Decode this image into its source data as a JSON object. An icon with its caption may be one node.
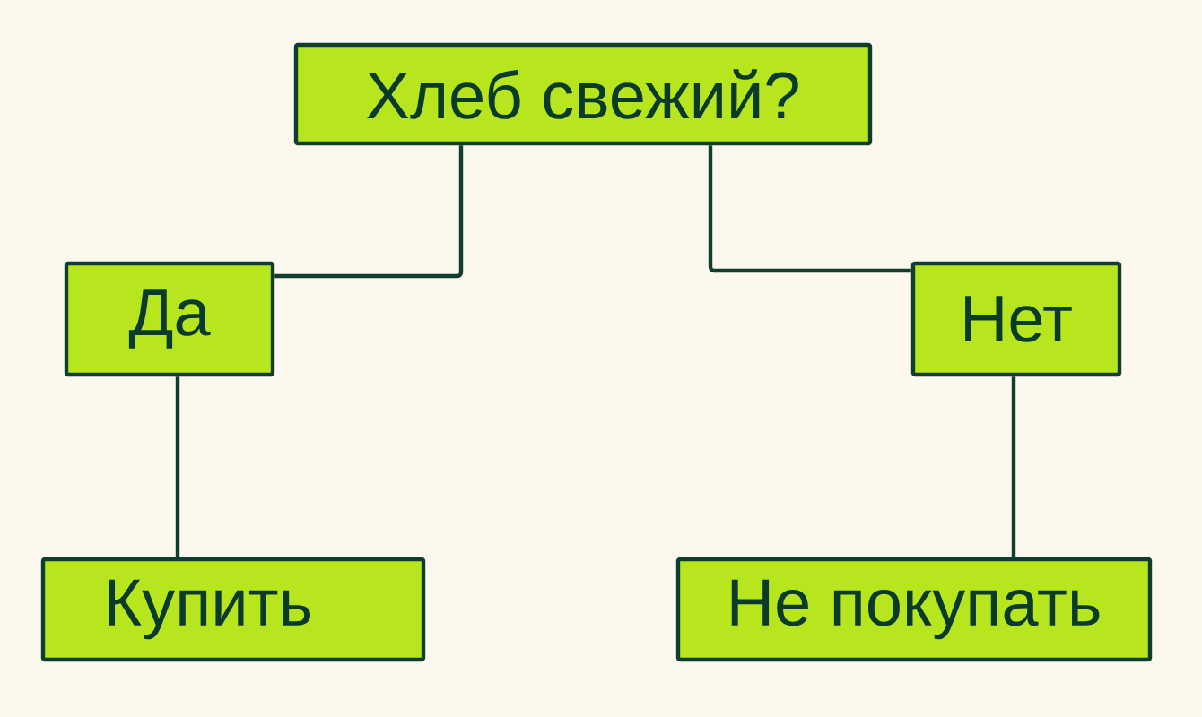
{
  "diagram": {
    "nodes": [
      {
        "text": [
          "Хлеб свежий?"
        ]
      },
      {
        "text": [
          "Да"
        ]
      },
      {
        "text": [
          "Нет"
        ]
      },
      {
        "text": [
          "Купить"
        ]
      },
      {
        "text": [
          "Не покупать"
        ]
      }
    ],
    "edges": [
      {
        "from": 0,
        "to": 1,
        "arrow": "none"
      },
      {
        "from": 0,
        "to": 2,
        "arrow": "none"
      },
      {
        "from": 1,
        "to": 3,
        "arrow": "none"
      },
      {
        "from": 2,
        "to": 4,
        "arrow": "none"
      }
    ]
  }
}
